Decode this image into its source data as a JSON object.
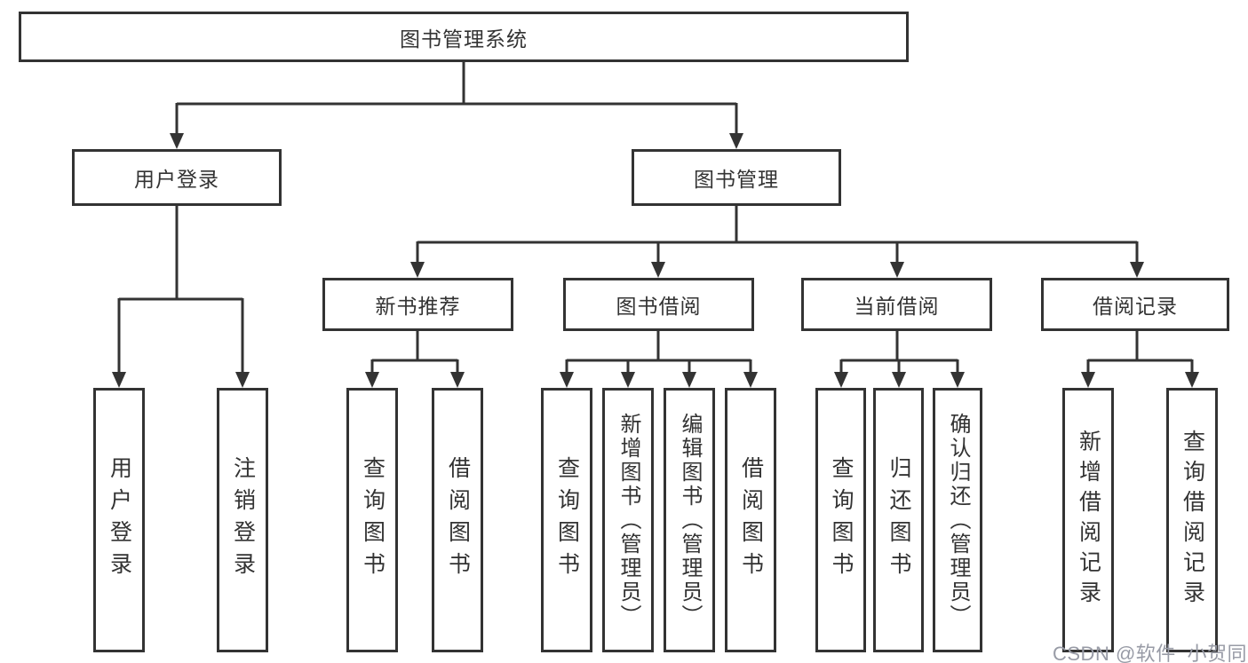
{
  "tree": {
    "root": "图书管理系统",
    "children": [
      {
        "label": "用户登录",
        "children": [
          {
            "label": "用户登录"
          },
          {
            "label": "注销登录"
          }
        ]
      },
      {
        "label": "图书管理",
        "children": [
          {
            "label": "新书推荐",
            "children": [
              {
                "label": "查询图书"
              },
              {
                "label": "借阅图书"
              }
            ]
          },
          {
            "label": "图书借阅",
            "children": [
              {
                "label": "查询图书"
              },
              {
                "label": "新增图书（管理员）"
              },
              {
                "label": "编辑图书（管理员）"
              },
              {
                "label": "借阅图书"
              }
            ]
          },
          {
            "label": "当前借阅",
            "children": [
              {
                "label": "查询图书"
              },
              {
                "label": "归还图书"
              },
              {
                "label": "确认归还（管理员）"
              }
            ]
          },
          {
            "label": "借阅记录",
            "children": [
              {
                "label": "新增借阅记录"
              },
              {
                "label": "查询借阅记录"
              }
            ]
          }
        ]
      }
    ]
  },
  "watermark": {
    "text": "CSDN @软件_小贺同学"
  },
  "colors": {
    "line": "#333333",
    "box_border": "#333333",
    "text": "#333333",
    "background": "#ffffff",
    "watermark": "#989ba6"
  }
}
